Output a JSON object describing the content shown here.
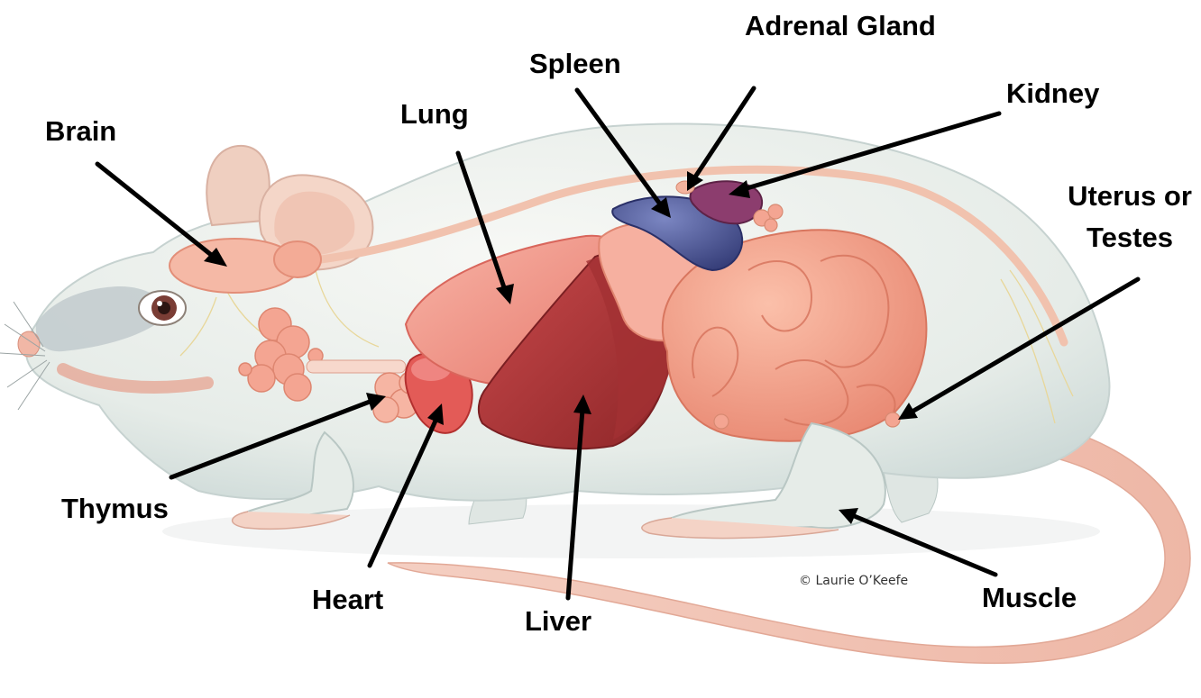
{
  "labels": {
    "brain": "Brain",
    "lung": "Lung",
    "spleen": "Spleen",
    "adrenal_gland": "Adrenal Gland",
    "kidney": "Kidney",
    "uterus_line1": "Uterus or",
    "uterus_line2": "Testes",
    "thymus": "Thymus",
    "heart": "Heart",
    "liver": "Liver",
    "muscle": "Muscle"
  },
  "credit": "© Laurie O’Keefe",
  "colors": {
    "fur": "#eef1ec",
    "fur_shade": "#d8e2df",
    "skin_pink": "#f2c4b2",
    "organ_pink": "#f3a08c",
    "liver": "#b33a3c",
    "spleen": "#4a5490",
    "kidney": "#8c3d6e",
    "arrow": "#000000"
  }
}
